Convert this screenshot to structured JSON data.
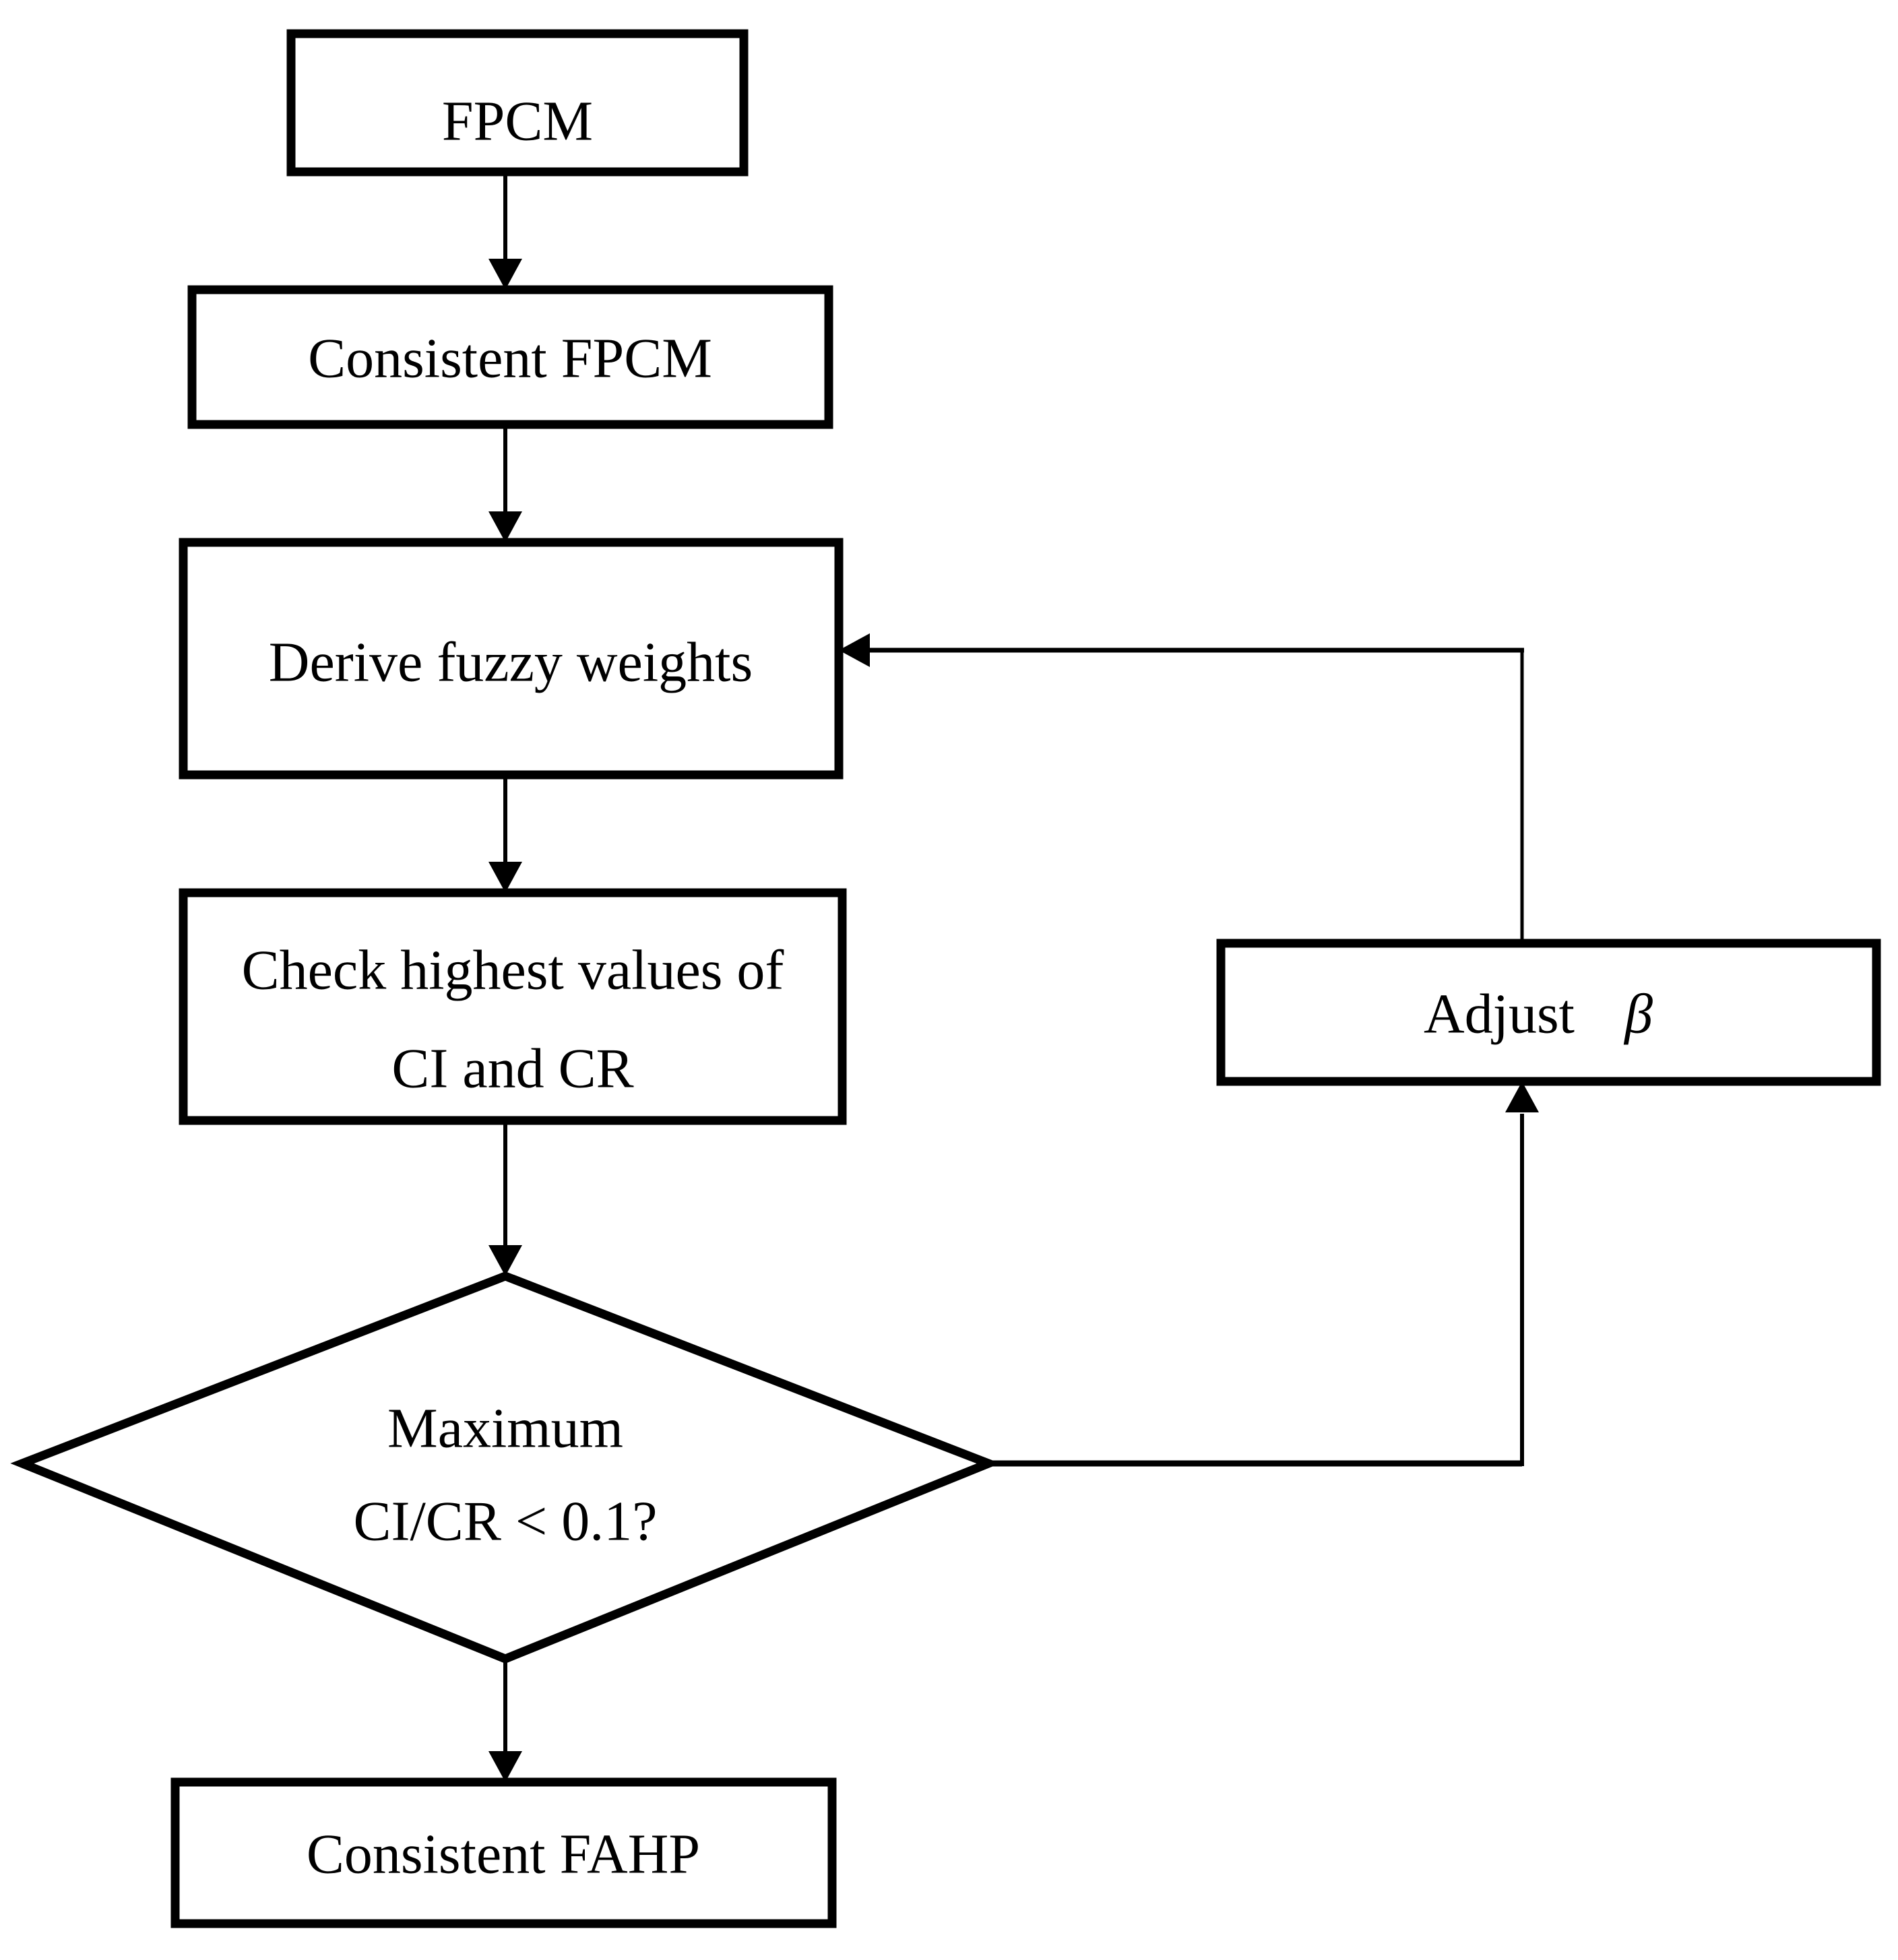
{
  "colors": {
    "line": "#000000",
    "feedback_gray": "#808080",
    "box_fill": "#ffffff",
    "background": "#ffffff"
  },
  "flowchart": {
    "nodes": {
      "fpcm": {
        "label": "FPCM"
      },
      "consistent_fpcm": {
        "label": "Consistent FPCM"
      },
      "derive_weights": {
        "label": "Derive fuzzy weights"
      },
      "check_values": {
        "line1": "Check highest values of",
        "line2": "CI and CR"
      },
      "decision": {
        "line1": "Maximum",
        "line2": "CI/CR < 0.1?"
      },
      "consistent_fahp": {
        "label": "Consistent FAHP"
      },
      "adjust_beta": {
        "label": "Adjust",
        "symbol": "β"
      }
    }
  }
}
